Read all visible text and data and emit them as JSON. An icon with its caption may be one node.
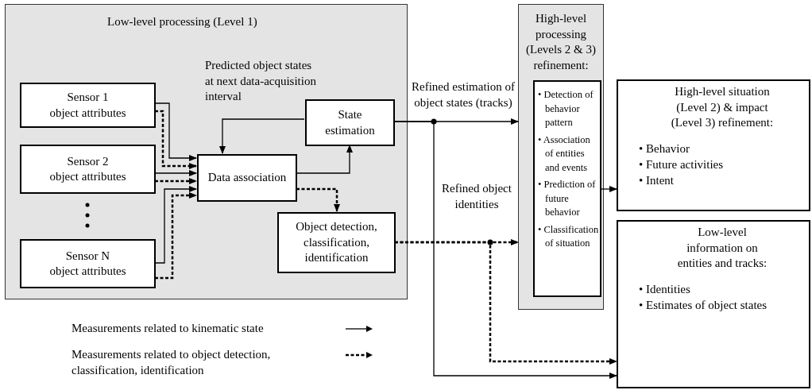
{
  "diagram": {
    "nodes": [
      {
        "text": [
          "Low-level processing (Level 1)"
        ]
      },
      {
        "text": [
          "Sensor 1",
          "object attributes"
        ],
        "in": 0
      },
      {
        "text": [
          "Sensor 2",
          "object attributes"
        ],
        "in": 0
      },
      {
        "text": [
          "Sensor N",
          "object attributes"
        ],
        "in": 0
      },
      {
        "text": [
          "Data association"
        ],
        "in": 0
      },
      {
        "text": [
          "State estimation"
        ],
        "in": 0
      },
      {
        "text": [
          "Object detection, classification, identification"
        ],
        "in": 0
      },
      {
        "text": [
          "High-level processing (Levels 2 & 3) refinement:"
        ]
      },
      {
        "text": [
          "• Detection of behavior pattern",
          "• Association of entities and events",
          "• Prediction of future behavior",
          "• Classification of situation"
        ],
        "in": 7
      },
      {
        "text": [
          "High-level situation (Level 2) & impact (Level 3) refinement:",
          "• Behavior",
          "• Future activities",
          "• Intent"
        ]
      },
      {
        "text": [
          "Low-level information on entities and tracks:",
          "• Identities",
          "• Estimates of object states"
        ]
      }
    ],
    "edges": [
      {
        "from": 1,
        "to": 4,
        "arrow": "to"
      },
      {
        "from": 1,
        "to": 4,
        "arrow": "to",
        "style": "dashed"
      },
      {
        "from": 2,
        "to": 4,
        "arrow": "to"
      },
      {
        "from": 2,
        "to": 4,
        "arrow": "to",
        "style": "dashed"
      },
      {
        "from": 3,
        "to": 4,
        "arrow": "to"
      },
      {
        "from": 3,
        "to": 4,
        "arrow": "to",
        "style": "dashed"
      },
      {
        "from": 5,
        "to": 4,
        "arrow": "to"
      },
      {
        "from": 4,
        "to": 5,
        "arrow": "to"
      },
      {
        "from": 4,
        "to": 6,
        "arrow": "to",
        "style": "dashed"
      },
      {
        "from": 5,
        "to": 7,
        "arrow": "to"
      },
      {
        "from": 5,
        "to": 10,
        "arrow": "to"
      },
      {
        "from": 6,
        "to": 7,
        "arrow": "to",
        "style": "dashed"
      },
      {
        "from": 6,
        "to": 10,
        "arrow": "to",
        "style": "dashed"
      },
      {
        "from": 8,
        "to": 9,
        "arrow": "to"
      }
    ],
    "labels": [
      "Predicted object states at next data-acquisition interval",
      "Refined estimation of object states (tracks)",
      "Refined object identities"
    ],
    "legend": [
      {
        "text": "Measurements related to kinematic state"
      },
      {
        "text": "Measurements related to object detection, classification, identification"
      }
    ]
  }
}
